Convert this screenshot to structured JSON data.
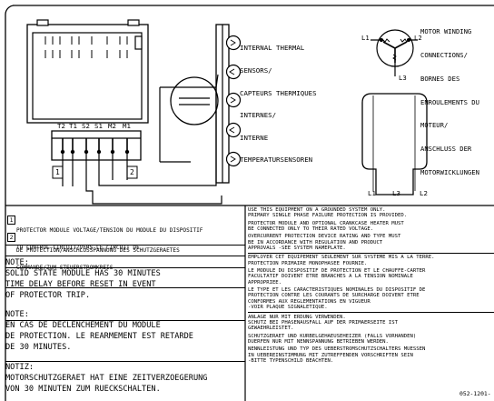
{
  "sensor_label": [
    "INTERNAL THERMAL",
    "SENSORS/",
    "CAPTEURS THERMIQUES",
    "INTERNES/",
    "INTERNE",
    "TEMPERATURSENSOREN"
  ],
  "motor_label": [
    "MOTOR WINDING",
    "CONNECTIONS/",
    "BORNES DES",
    "ENROULEMENTS DU",
    "MOTEUR/",
    "ANSCHLUSS DER",
    "MOTORWICKLUNGEN"
  ],
  "terminals": [
    "T2",
    "T1",
    "S2",
    "S1",
    "M2",
    "M1"
  ],
  "winding_labels": {
    "l1": "L1",
    "l2": "L2",
    "l3": "L3"
  },
  "compressor_leads": [
    "L1",
    "L3",
    "L2"
  ],
  "callouts": {
    "one": "1",
    "two": "2"
  },
  "legend": [
    {
      "num": "1",
      "lines": [
        "PROTECTOR MODULE VOLTAGE/TENSION DU MODULE DU DISPOSITIF",
        "DE PROTECTION/ANSCHLUSSPANNUNG DES SCHUTZGERAETES"
      ]
    },
    {
      "num": "2",
      "lines": [
        "TO CONTROL CIRCUIT/VERS LE CIRCUIT DE",
        "COMMANDE/ZUM STEUERSTROMKREIS"
      ]
    }
  ],
  "notes": [
    [
      "NOTE:",
      "SOLID STATE MODULE HAS 30 MINUTES",
      "TIME DELAY BEFORE RESET IN EVENT",
      "OF PROTECTOR TRIP."
    ],
    [
      "NOTE:",
      "EN CAS DE DECLENCHEMENT DU MODULE",
      "DE PROTECTION. LE REARMEMENT EST RETARDE",
      "DE 30 MINUTES."
    ],
    [
      "NOTIZ:",
      "MOTORSCHUTZGERAET HAT EINE ZEITVERZOEGERUNG",
      "VON 30 MINUTEN ZUM RUECKSCHALTEN."
    ]
  ],
  "warnings": [
    [
      "USE THIS EQUIPMENT ON A GROUNDED SYSTEM ONLY.",
      "PRIMARY SINGLE PHASE FAILURE PROTECTION IS PROVIDED."
    ],
    [
      "PROTECTOR MODULE AND OPTIONAL CRANKCASE HEATER MUST",
      "BE CONNECTED ONLY TO THEIR RATED VOLTAGE."
    ],
    [
      "OVERCURRENT PROTECTION DEVICE RATING AND TYPE MUST",
      "BE IN ACCORDANCE WITH REGULATION AND PRODUCT",
      "APPROVALS -SEE SYSTEM NAMEPLATE."
    ],
    [
      "EMPLOYER CET EQUIPEMENT SEULEMENT SUR SYSTEME MIS A LA TERRE.",
      "PROTECTION PRIMAIRE MONOPHASEE FOURNIE."
    ],
    [
      "LE MODULE DU DISPOSITIF DE PROTECTION ET LE CHAUFFE-CARTER",
      "FACULTATIF DOIVENT ETRE BRANCHES A LA TENSION NOMINALE",
      "APPROPRIEE."
    ],
    [
      "LE TYPE ET LES CARACTERISTIQUES NOMINALES DU DISPOSITIF DE",
      "PROTECTION CONTRE LES COURANTS DE SURCHARGE DOIVENT ETRE",
      "CONFORMES AUX REGLEMENTATIONS EN VIGUEUR",
      "-VOIR PLAQUE SIGNALETIQUE."
    ],
    [
      "ANLAGE NUR MIT ERDUNG VERWENDEN.",
      "SCHUTZ BEI PHASENAUSFALL AUF DER PRIMAERSEITE IST",
      "GEWAEHRLEISTET."
    ],
    [
      "SCHUTZGERAET UND KURBELGEHAEUSEHEIZER (FALLS VORHANDEN)",
      "DUERFEN NUR MIT NENNSPANNUNG BETRIEBEN WERDEN."
    ],
    [
      "NENNLEISTUNG UND TYP DES UEBERSTROMSCHUTZSCHALTERS MUESSEN",
      "IN UEBEREINSTIMMUNG MIT ZUTREFFENDEN VORSCHRIFTEN SEIN",
      "-BITTE TYPENSCHILD BEACHTEN."
    ]
  ],
  "drawing_number": "052-1201-"
}
